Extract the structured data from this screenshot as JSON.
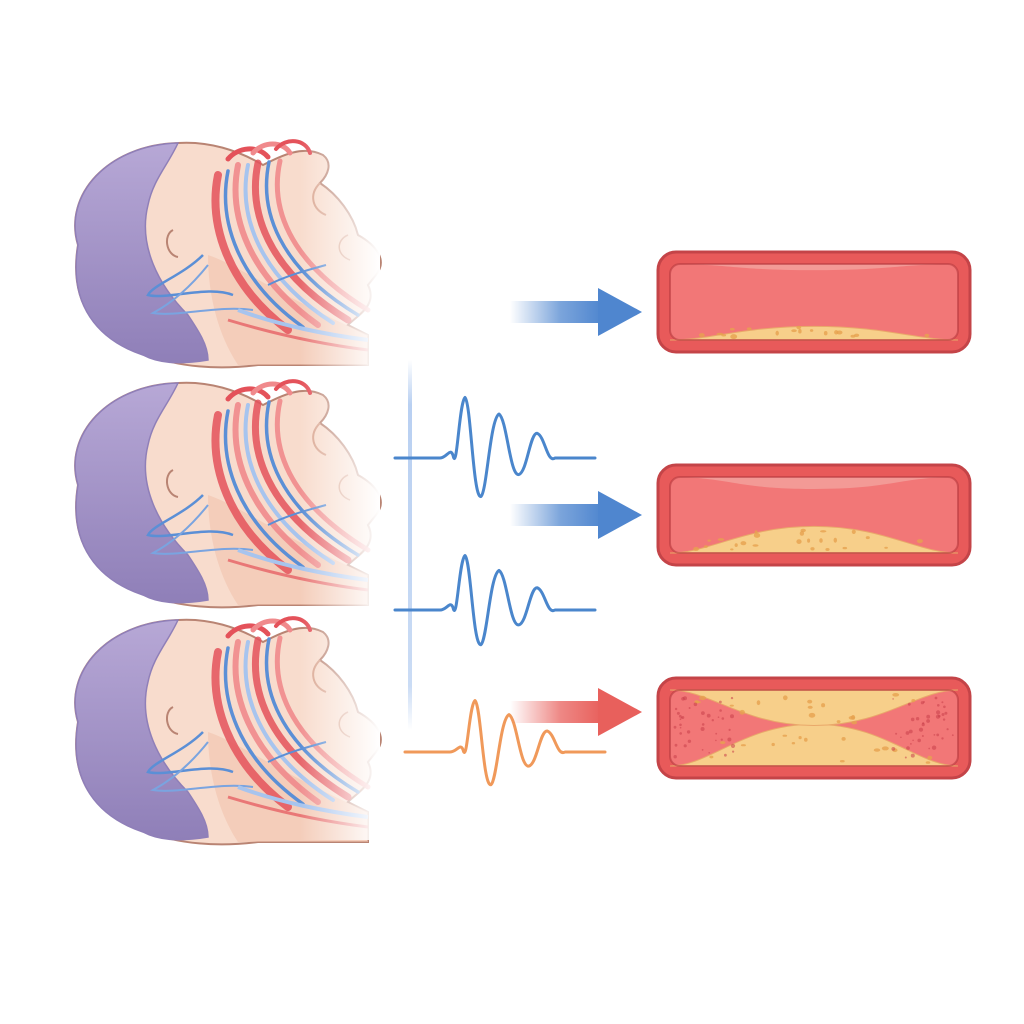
{
  "colors": {
    "background": "#ffffff",
    "head_skin": "#f8dccd",
    "head_skin_shade": "#f2c3ad",
    "head_outline": "#b98473",
    "hair": "#a998c9",
    "hair_shade": "#8f7fb8",
    "artery_red": "#e4525a",
    "artery_red_light": "#f08a8c",
    "vein_blue": "#5b8fd6",
    "vein_blue_light": "#a7c4ee",
    "waveform_blue": "#4a86cc",
    "waveform_orange": "#f0995a",
    "arrow_blue": "#4f86cf",
    "arrow_red": "#e8605c",
    "vessel_wall": "#e85a5a",
    "vessel_wall_outline": "#c44448",
    "vessel_lumen": "#f27777",
    "plaque": "#f7cf8a",
    "plaque_spot": "#e6a14f"
  },
  "rows": [
    {
      "id": "row-1",
      "signal_color": "blue",
      "arrow_color": "blue",
      "plaque_level": 0.18,
      "plaque_side": "bottom"
    },
    {
      "id": "row-2",
      "signal_color": "blue",
      "arrow_color": "blue",
      "plaque_level": 0.35,
      "plaque_side": "bottom"
    },
    {
      "id": "row-3",
      "signal_color": "orange",
      "arrow_color": "red",
      "plaque_level": 0.55,
      "plaque_side": "both"
    }
  ],
  "icons": {
    "head": "sleeping-head-profile",
    "waveform": "ecg-waveform",
    "arrow": "right-arrow",
    "vessel": "artery-cross-section"
  }
}
